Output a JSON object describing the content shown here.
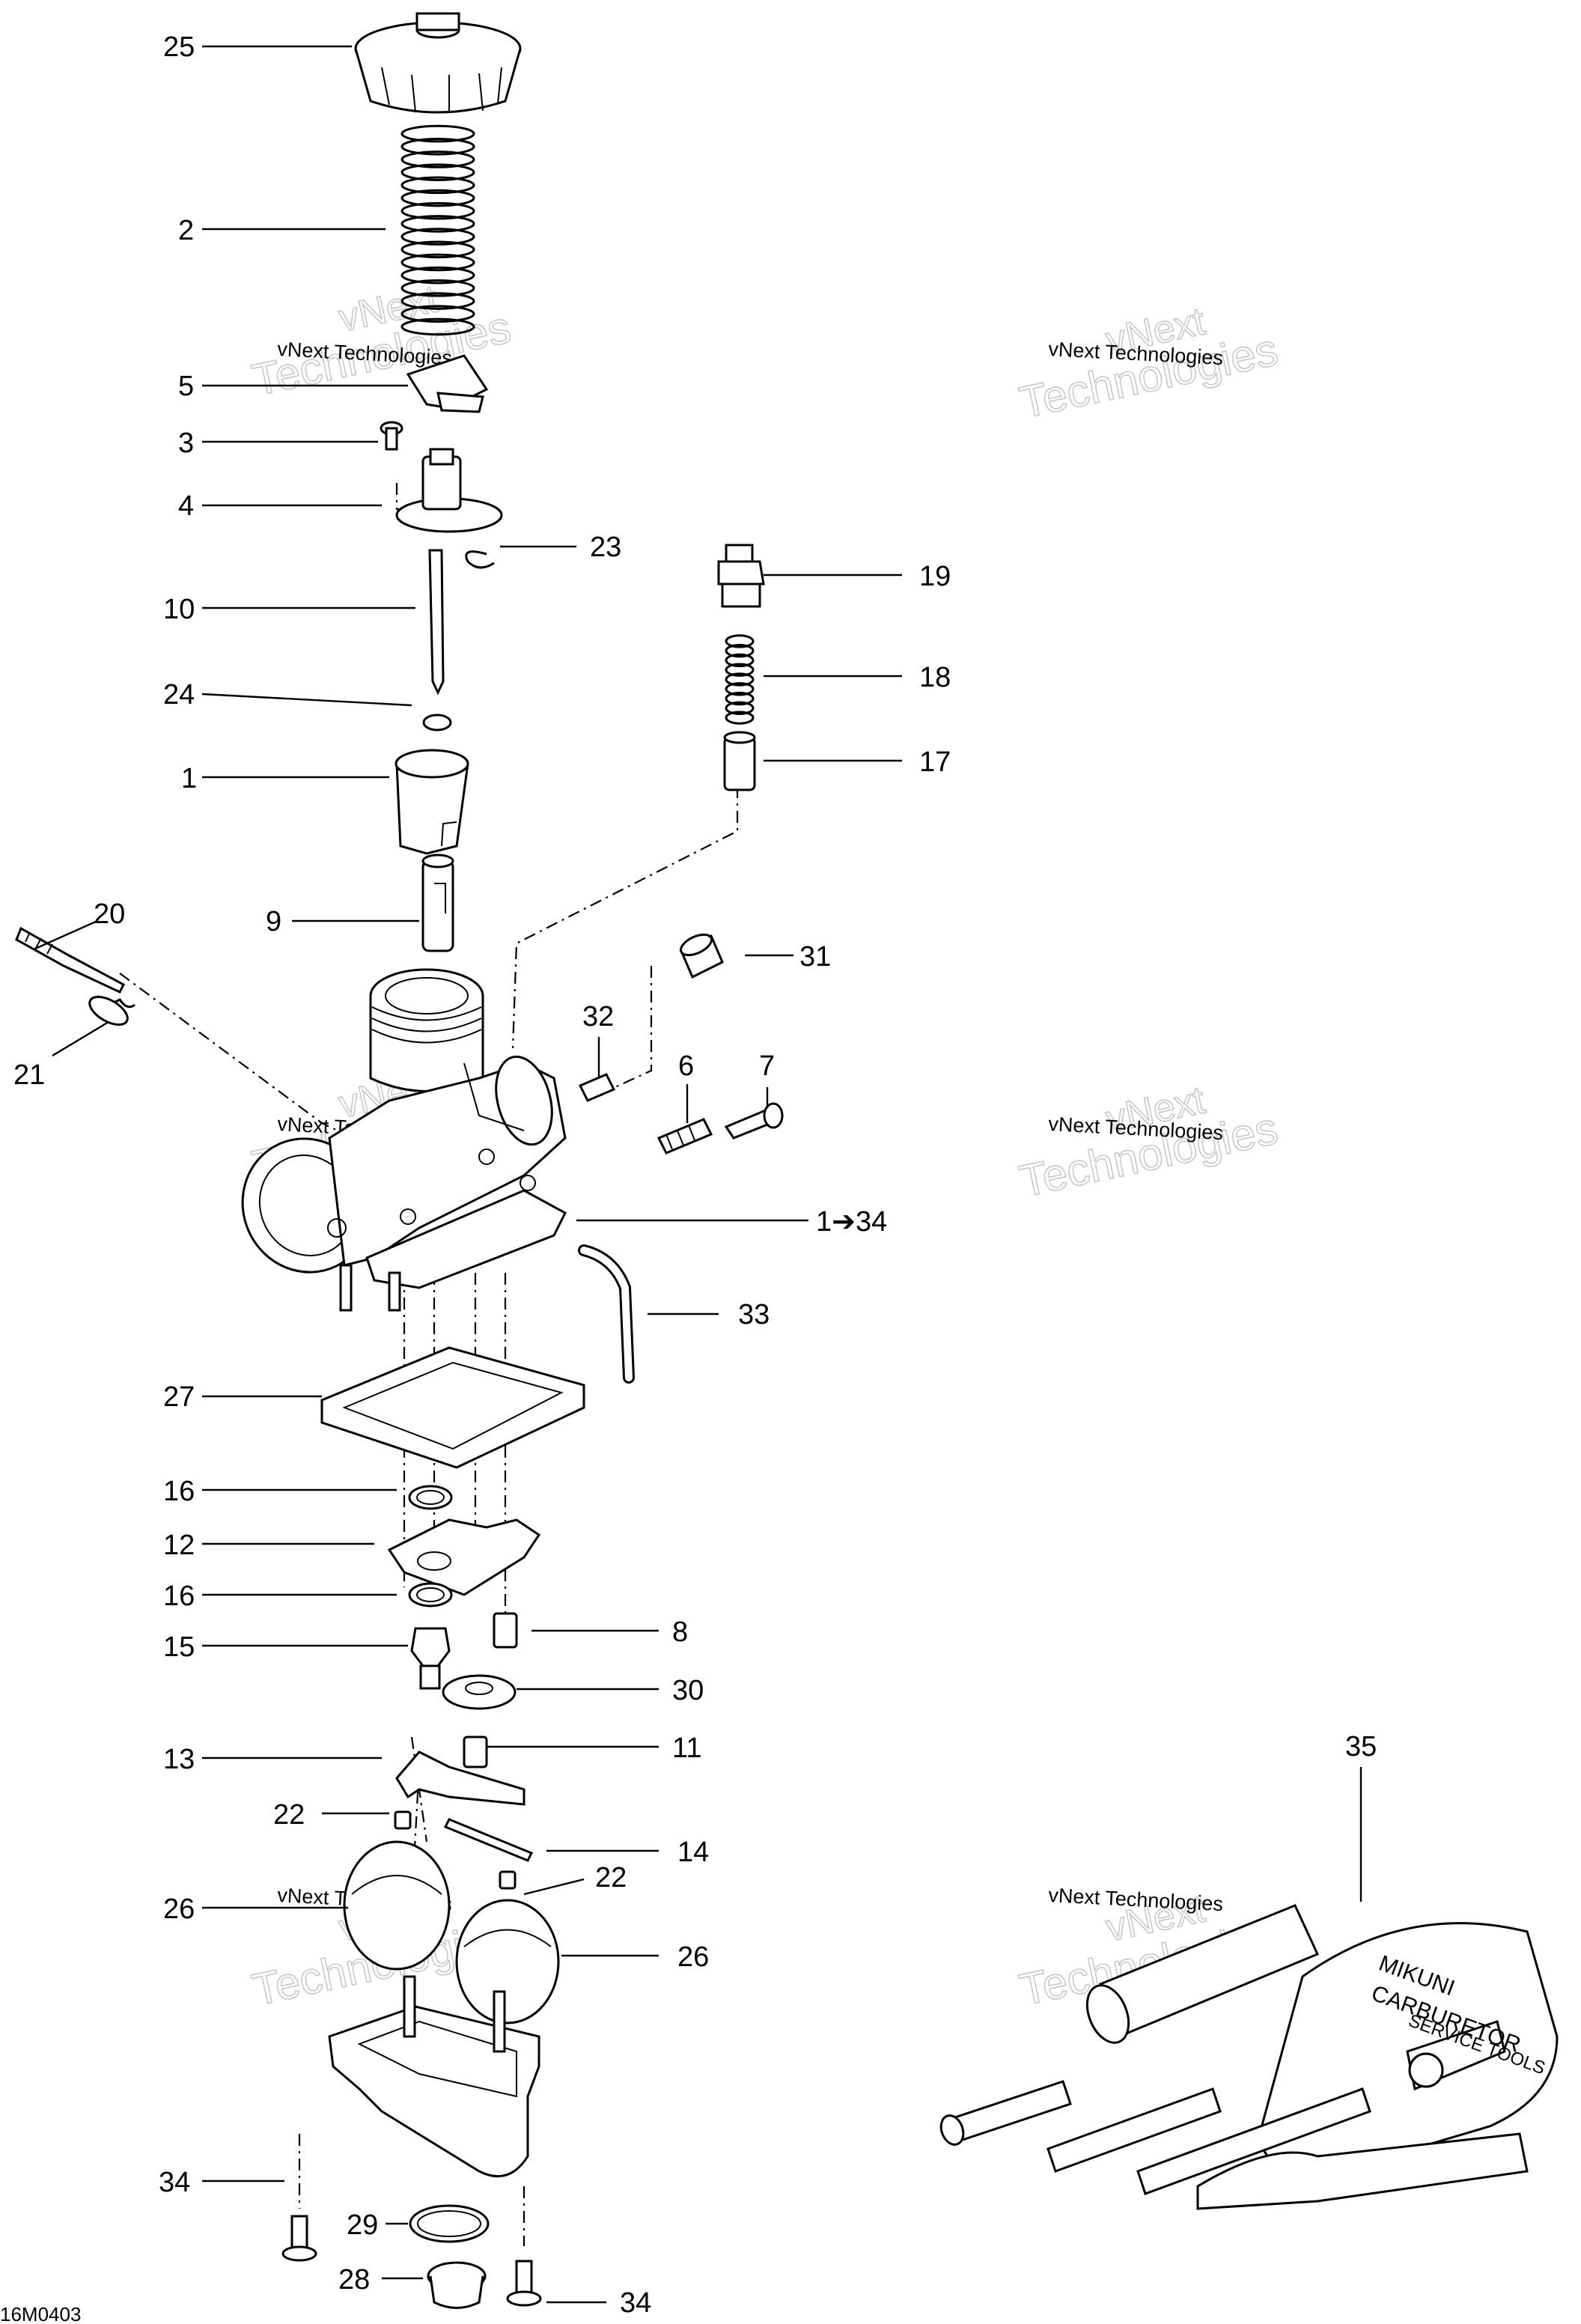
{
  "figure_code": "16M0403",
  "watermark": {
    "line1": "vNext",
    "line2": "Technologies",
    "inner": "vNext Technologies"
  },
  "callouts": [
    {
      "id": "c25",
      "text": "25"
    },
    {
      "id": "c2",
      "text": "2"
    },
    {
      "id": "c5",
      "text": "5"
    },
    {
      "id": "c3",
      "text": "3"
    },
    {
      "id": "c4",
      "text": "4"
    },
    {
      "id": "c23",
      "text": "23"
    },
    {
      "id": "c19",
      "text": "19"
    },
    {
      "id": "c10",
      "text": "10"
    },
    {
      "id": "c18",
      "text": "18"
    },
    {
      "id": "c24",
      "text": "24"
    },
    {
      "id": "c17",
      "text": "17"
    },
    {
      "id": "c1",
      "text": "1"
    },
    {
      "id": "c20",
      "text": "20"
    },
    {
      "id": "c31",
      "text": "31"
    },
    {
      "id": "c9",
      "text": "9"
    },
    {
      "id": "c32",
      "text": "32"
    },
    {
      "id": "c21",
      "text": "21"
    },
    {
      "id": "c6",
      "text": "6"
    },
    {
      "id": "c7",
      "text": "7"
    },
    {
      "id": "c1to34",
      "text": "1➔34"
    },
    {
      "id": "c33",
      "text": "33"
    },
    {
      "id": "c27",
      "text": "27"
    },
    {
      "id": "c16a",
      "text": "16"
    },
    {
      "id": "c12",
      "text": "12"
    },
    {
      "id": "c16b",
      "text": "16"
    },
    {
      "id": "c8",
      "text": "8"
    },
    {
      "id": "c15",
      "text": "15"
    },
    {
      "id": "c30",
      "text": "30"
    },
    {
      "id": "c13",
      "text": "13"
    },
    {
      "id": "c11",
      "text": "11"
    },
    {
      "id": "c22a",
      "text": "22"
    },
    {
      "id": "c14",
      "text": "14"
    },
    {
      "id": "c26a",
      "text": "26"
    },
    {
      "id": "c22b",
      "text": "22"
    },
    {
      "id": "c26b",
      "text": "26"
    },
    {
      "id": "c35",
      "text": "35"
    },
    {
      "id": "c34a",
      "text": "34"
    },
    {
      "id": "c29",
      "text": "29"
    },
    {
      "id": "c28",
      "text": "28"
    },
    {
      "id": "c34b",
      "text": "34"
    }
  ],
  "tool_kit_print": {
    "brand": "MIKUNI",
    "line2": "CARBURETOR",
    "line3": "SERVICE TOOLS"
  }
}
